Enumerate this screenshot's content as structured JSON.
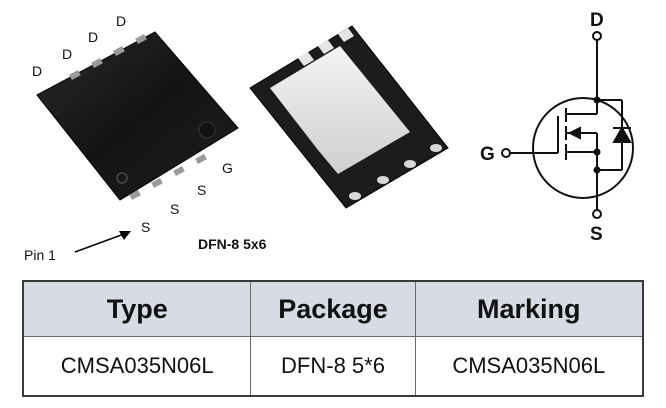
{
  "figure": {
    "package_pins": {
      "drain_labels": [
        "D",
        "D",
        "D",
        "D"
      ],
      "source_labels": [
        "S",
        "S",
        "S"
      ],
      "gate_label": "G"
    },
    "pin1_label": "Pin 1",
    "package_caption": "DFN-8 5x6",
    "schematic": {
      "drain": "D",
      "gate": "G",
      "source": "S"
    }
  },
  "table": {
    "headers": [
      "Type",
      "Package",
      "Marking"
    ],
    "rows": [
      [
        "CMSA035N06L",
        "DFN-8 5*6",
        "CMSA035N06L"
      ]
    ]
  }
}
